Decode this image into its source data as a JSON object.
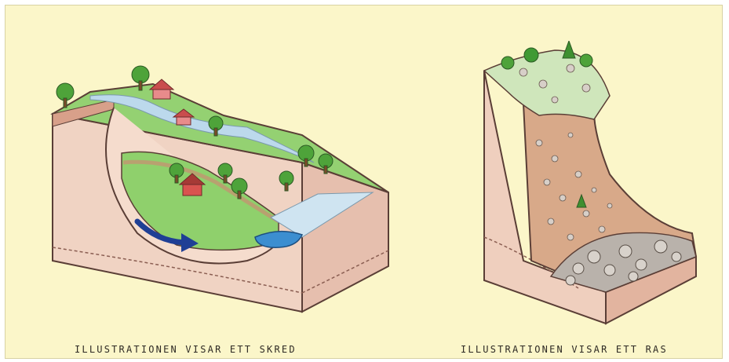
{
  "captions": {
    "left": "ILLUSTRATIONEN VISAR ETT SKRED",
    "right": "ILLUSTRATIONEN VISAR ETT RAS"
  },
  "colors": {
    "background": "#fbf6c9",
    "soil": "#f0d3c3",
    "soil_dark": "#e2b8a5",
    "grass": "#8fcf6e",
    "river": "#bcd9ec",
    "water": "#3c8ed0",
    "arrow": "#1f3f95",
    "rock": "#c9c3bd",
    "caption": "#2e2a24"
  },
  "icons": {
    "left": "landslide-block-diagram",
    "right": "rockfall-block-diagram",
    "arrow": "slide-direction-arrow"
  }
}
